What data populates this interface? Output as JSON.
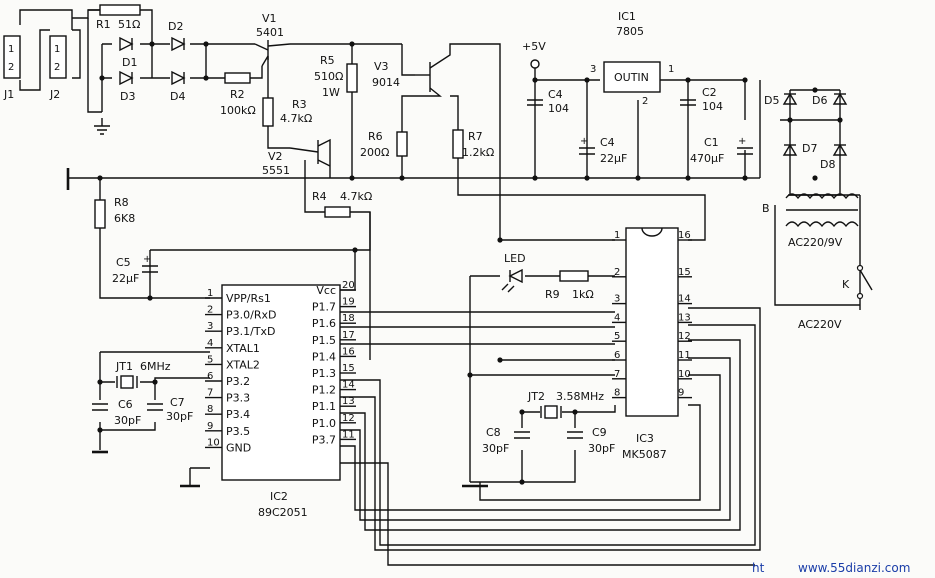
{
  "connectors": {
    "j1": {
      "name": "J1",
      "pins": [
        "1",
        "2"
      ]
    },
    "j2": {
      "name": "J2",
      "pins": [
        "1",
        "2"
      ]
    }
  },
  "resistors": {
    "r1": {
      "name": "R1",
      "value": "51Ω"
    },
    "r2": {
      "name": "R2",
      "value": "100kΩ"
    },
    "r3": {
      "name": "R3",
      "value": "4.7kΩ"
    },
    "r4": {
      "name": "R4",
      "value": "4.7kΩ"
    },
    "r5": {
      "name": "R5",
      "value": "510Ω",
      "rating": "1W"
    },
    "r6": {
      "name": "R6",
      "value": "200Ω"
    },
    "r7": {
      "name": "R7",
      "value": "1.2kΩ"
    },
    "r8": {
      "name": "R8",
      "value": "6K8"
    },
    "r9": {
      "name": "R9",
      "value": "1kΩ"
    }
  },
  "diodes": {
    "d1": "D1",
    "d2": "D2",
    "d3": "D3",
    "d4": "D4",
    "d5": "D5",
    "d6": "D6",
    "d7": "D7",
    "d8": "D8"
  },
  "transistors": {
    "v1": {
      "name": "V1",
      "part": "5401"
    },
    "v2": {
      "name": "V2",
      "part": "5551"
    },
    "v3": {
      "name": "V3",
      "part": "9014"
    }
  },
  "capacitors": {
    "c1": {
      "name": "C1",
      "value": "470μF"
    },
    "c2": {
      "name": "C2",
      "value": "104"
    },
    "c4a": {
      "name": "C4",
      "value": "104"
    },
    "c4b": {
      "name": "C4",
      "value": "22μF"
    },
    "c5": {
      "name": "C5",
      "value": "22μF"
    },
    "c6": {
      "name": "C6",
      "value": "30pF"
    },
    "c7": {
      "name": "C7",
      "value": "30pF"
    },
    "c8": {
      "name": "C8",
      "value": "30pF"
    },
    "c9": {
      "name": "C9",
      "value": "30pF"
    }
  },
  "crystals": {
    "jt1": {
      "name": "JT1",
      "freq": "6MHz"
    },
    "jt2": {
      "name": "JT2",
      "freq": "3.58MHz"
    }
  },
  "regulator": {
    "name": "IC1",
    "part": "7805",
    "body_label": "OUTIN",
    "pin_in": "3",
    "pin_out": "1",
    "pin_gnd": "2"
  },
  "supply": {
    "vcc_label": "+5V",
    "plus_sign": "+"
  },
  "led": {
    "name": "LED"
  },
  "power": {
    "transformer": "B",
    "secondary": "AC220/9V",
    "switch": "K",
    "mains": "AC220V"
  },
  "ic2": {
    "name": "IC2",
    "part": "89C2051",
    "left_pins": [
      {
        "num": "1",
        "label": "VPP/Rs1"
      },
      {
        "num": "2",
        "label": "P3.0/RxD"
      },
      {
        "num": "3",
        "label": "P3.1/TxD"
      },
      {
        "num": "4",
        "label": "XTAL1"
      },
      {
        "num": "5",
        "label": "XTAL2"
      },
      {
        "num": "6",
        "label": "P3.2"
      },
      {
        "num": "7",
        "label": "P3.3"
      },
      {
        "num": "8",
        "label": "P3.4"
      },
      {
        "num": "9",
        "label": "P3.5"
      },
      {
        "num": "10",
        "label": "GND"
      }
    ],
    "right_pins": [
      {
        "num": "20",
        "label": "Vcc"
      },
      {
        "num": "19",
        "label": "P1.7"
      },
      {
        "num": "18",
        "label": "P1.6"
      },
      {
        "num": "17",
        "label": "P1.5"
      },
      {
        "num": "16",
        "label": "P1.4"
      },
      {
        "num": "15",
        "label": "P1.3"
      },
      {
        "num": "14",
        "label": "P1.2"
      },
      {
        "num": "13",
        "label": "P1.1"
      },
      {
        "num": "12",
        "label": "P1.0"
      },
      {
        "num": "11",
        "label": "P3.7"
      }
    ]
  },
  "ic3": {
    "name": "IC3",
    "part": "MK5087",
    "left_pins": [
      "1",
      "2",
      "3",
      "4",
      "5",
      "6",
      "7",
      "8"
    ],
    "right_pins": [
      "16",
      "15",
      "14",
      "13",
      "12",
      "11",
      "10",
      "9"
    ]
  },
  "watermark": "www.55dianzi.com",
  "watermark_prefix": "ht"
}
